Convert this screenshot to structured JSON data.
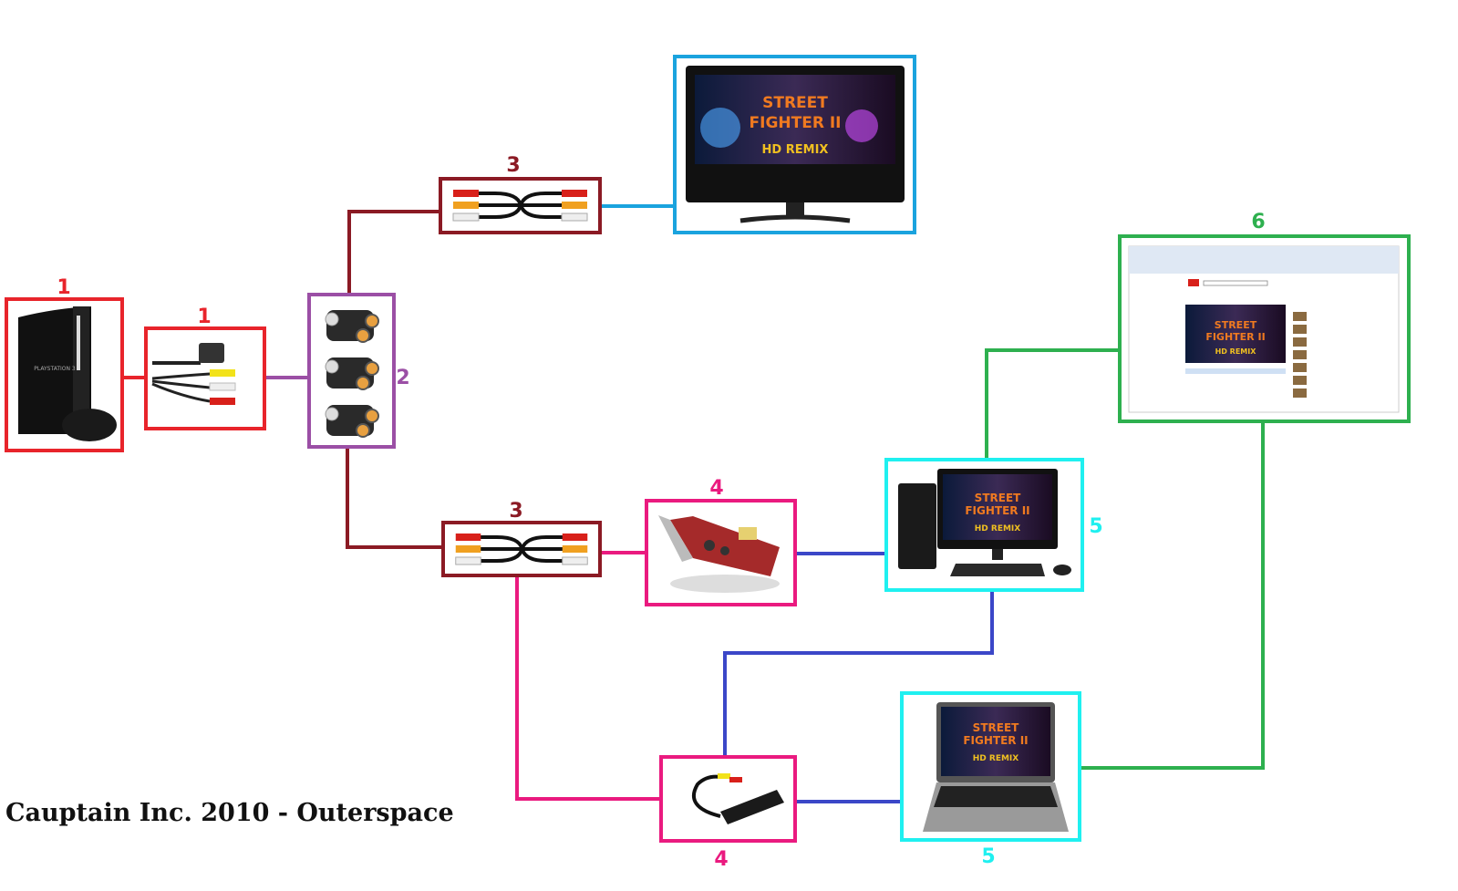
{
  "colors": {
    "stage1": "#e8242b",
    "stage2": "#9b4fa5",
    "stage3": "#8b1a24",
    "tv": "#1aa3de",
    "stage4": "#ea1a7f",
    "stage5": "#1ff0f0",
    "stage6": "#2eb04f",
    "pc_link": "#3b47c8"
  },
  "labels": {
    "ps3": "1",
    "av_cable": "1",
    "adapter": "2",
    "rca_top": "3",
    "rca_bottom": "3",
    "capture_card": "4",
    "usb_capture": "4",
    "desktop": "5",
    "laptop": "5",
    "browser": "6"
  },
  "screen": {
    "title_line1": "STREET",
    "title_line2": "FIGHTER II",
    "subtitle": "HD REMIX"
  },
  "footer": "Cauptain Inc. 2010 - Outerspace"
}
